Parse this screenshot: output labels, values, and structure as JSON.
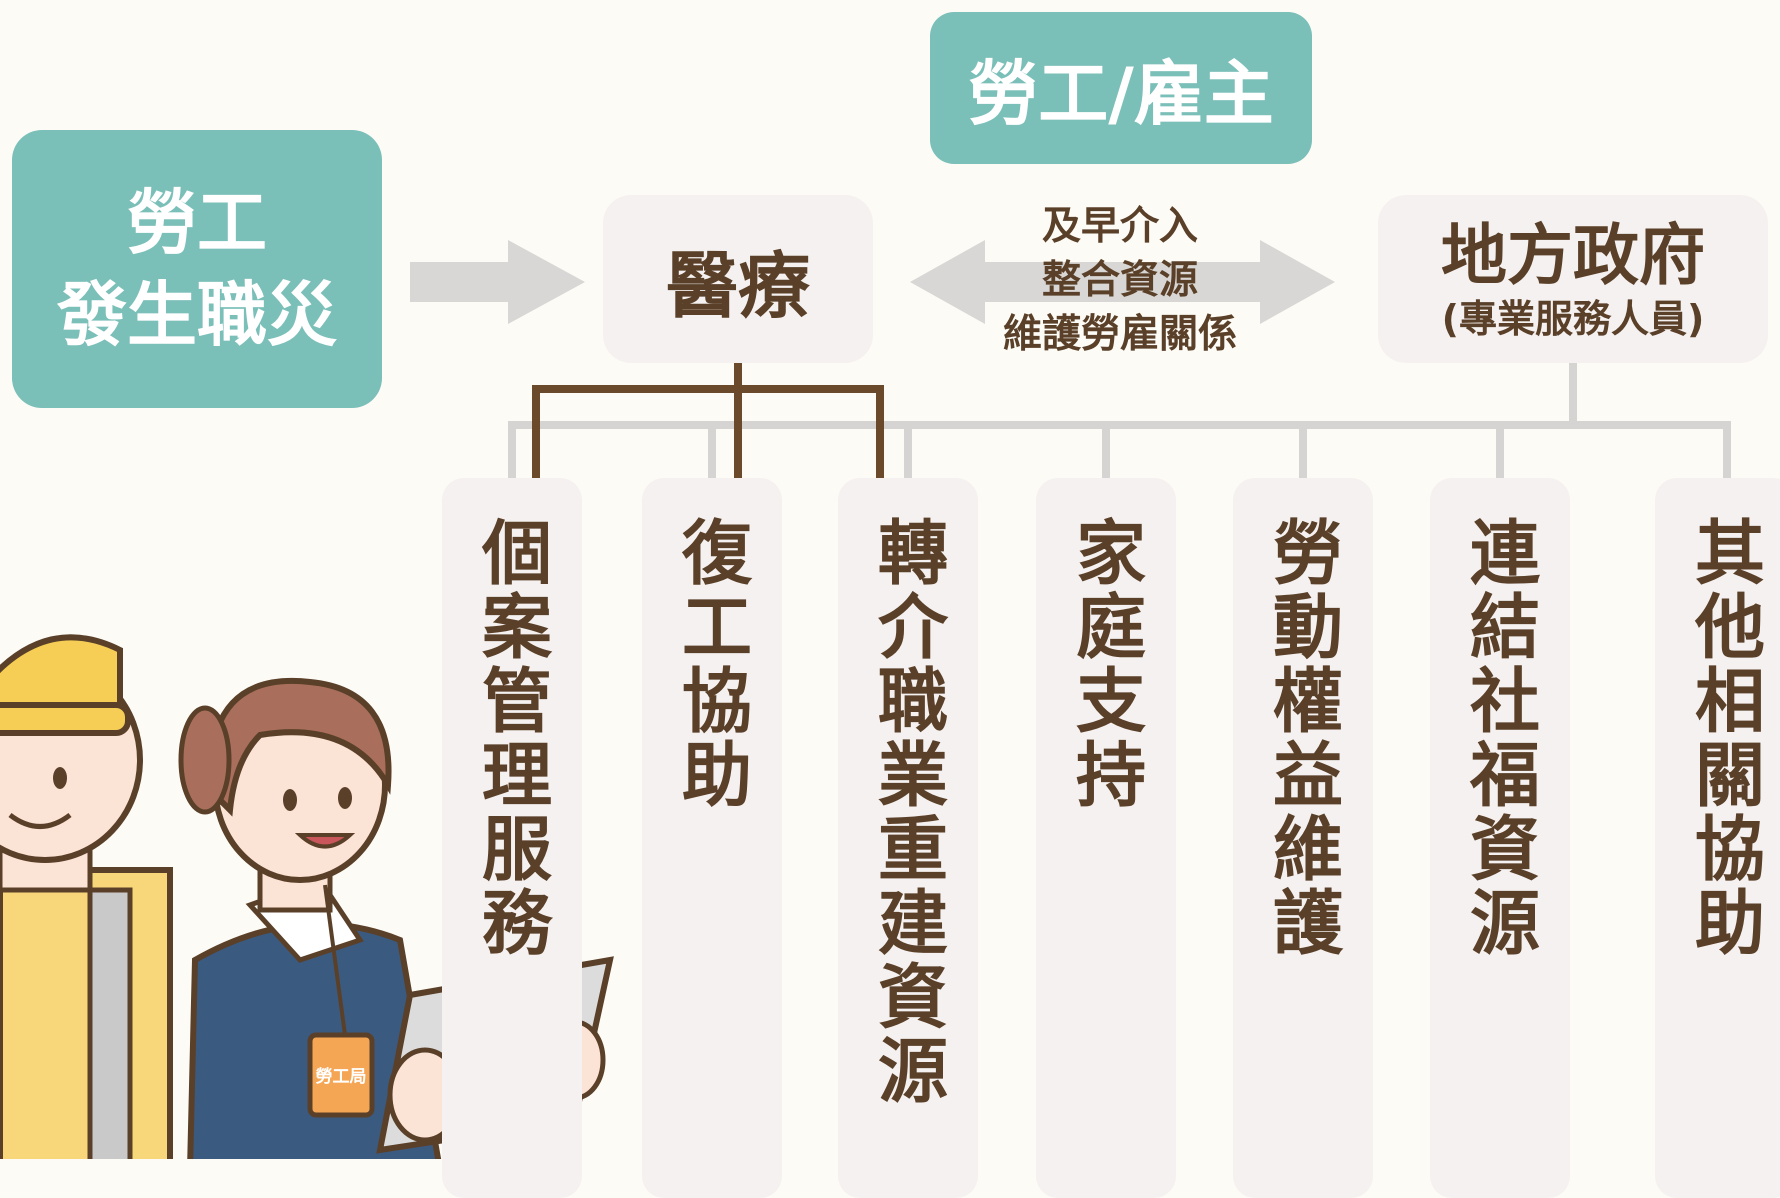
{
  "nodes": {
    "top": "勞工/雇主",
    "left_line1": "勞工",
    "left_line2": "發生職災",
    "medical": "醫療",
    "gov_line1": "地方政府",
    "gov_line2": "(專業服務人員)",
    "arrow_line1": "及早介入",
    "arrow_line2": "整合資源",
    "arrow_line3": "維護勞雇關係"
  },
  "services": [
    "個案管理服務",
    "復工協助",
    "轉介職業重建資源",
    "家庭支持",
    "勞動權益維護",
    "連結社福資源",
    "其他相關協助"
  ],
  "badge": "勞工局",
  "colors": {
    "teal": "#7bbfb9",
    "brown": "#5a4028",
    "panel": "#f5f1f0",
    "connector_gray": "#d6d4d2",
    "connector_brown": "#6b4a2c"
  }
}
